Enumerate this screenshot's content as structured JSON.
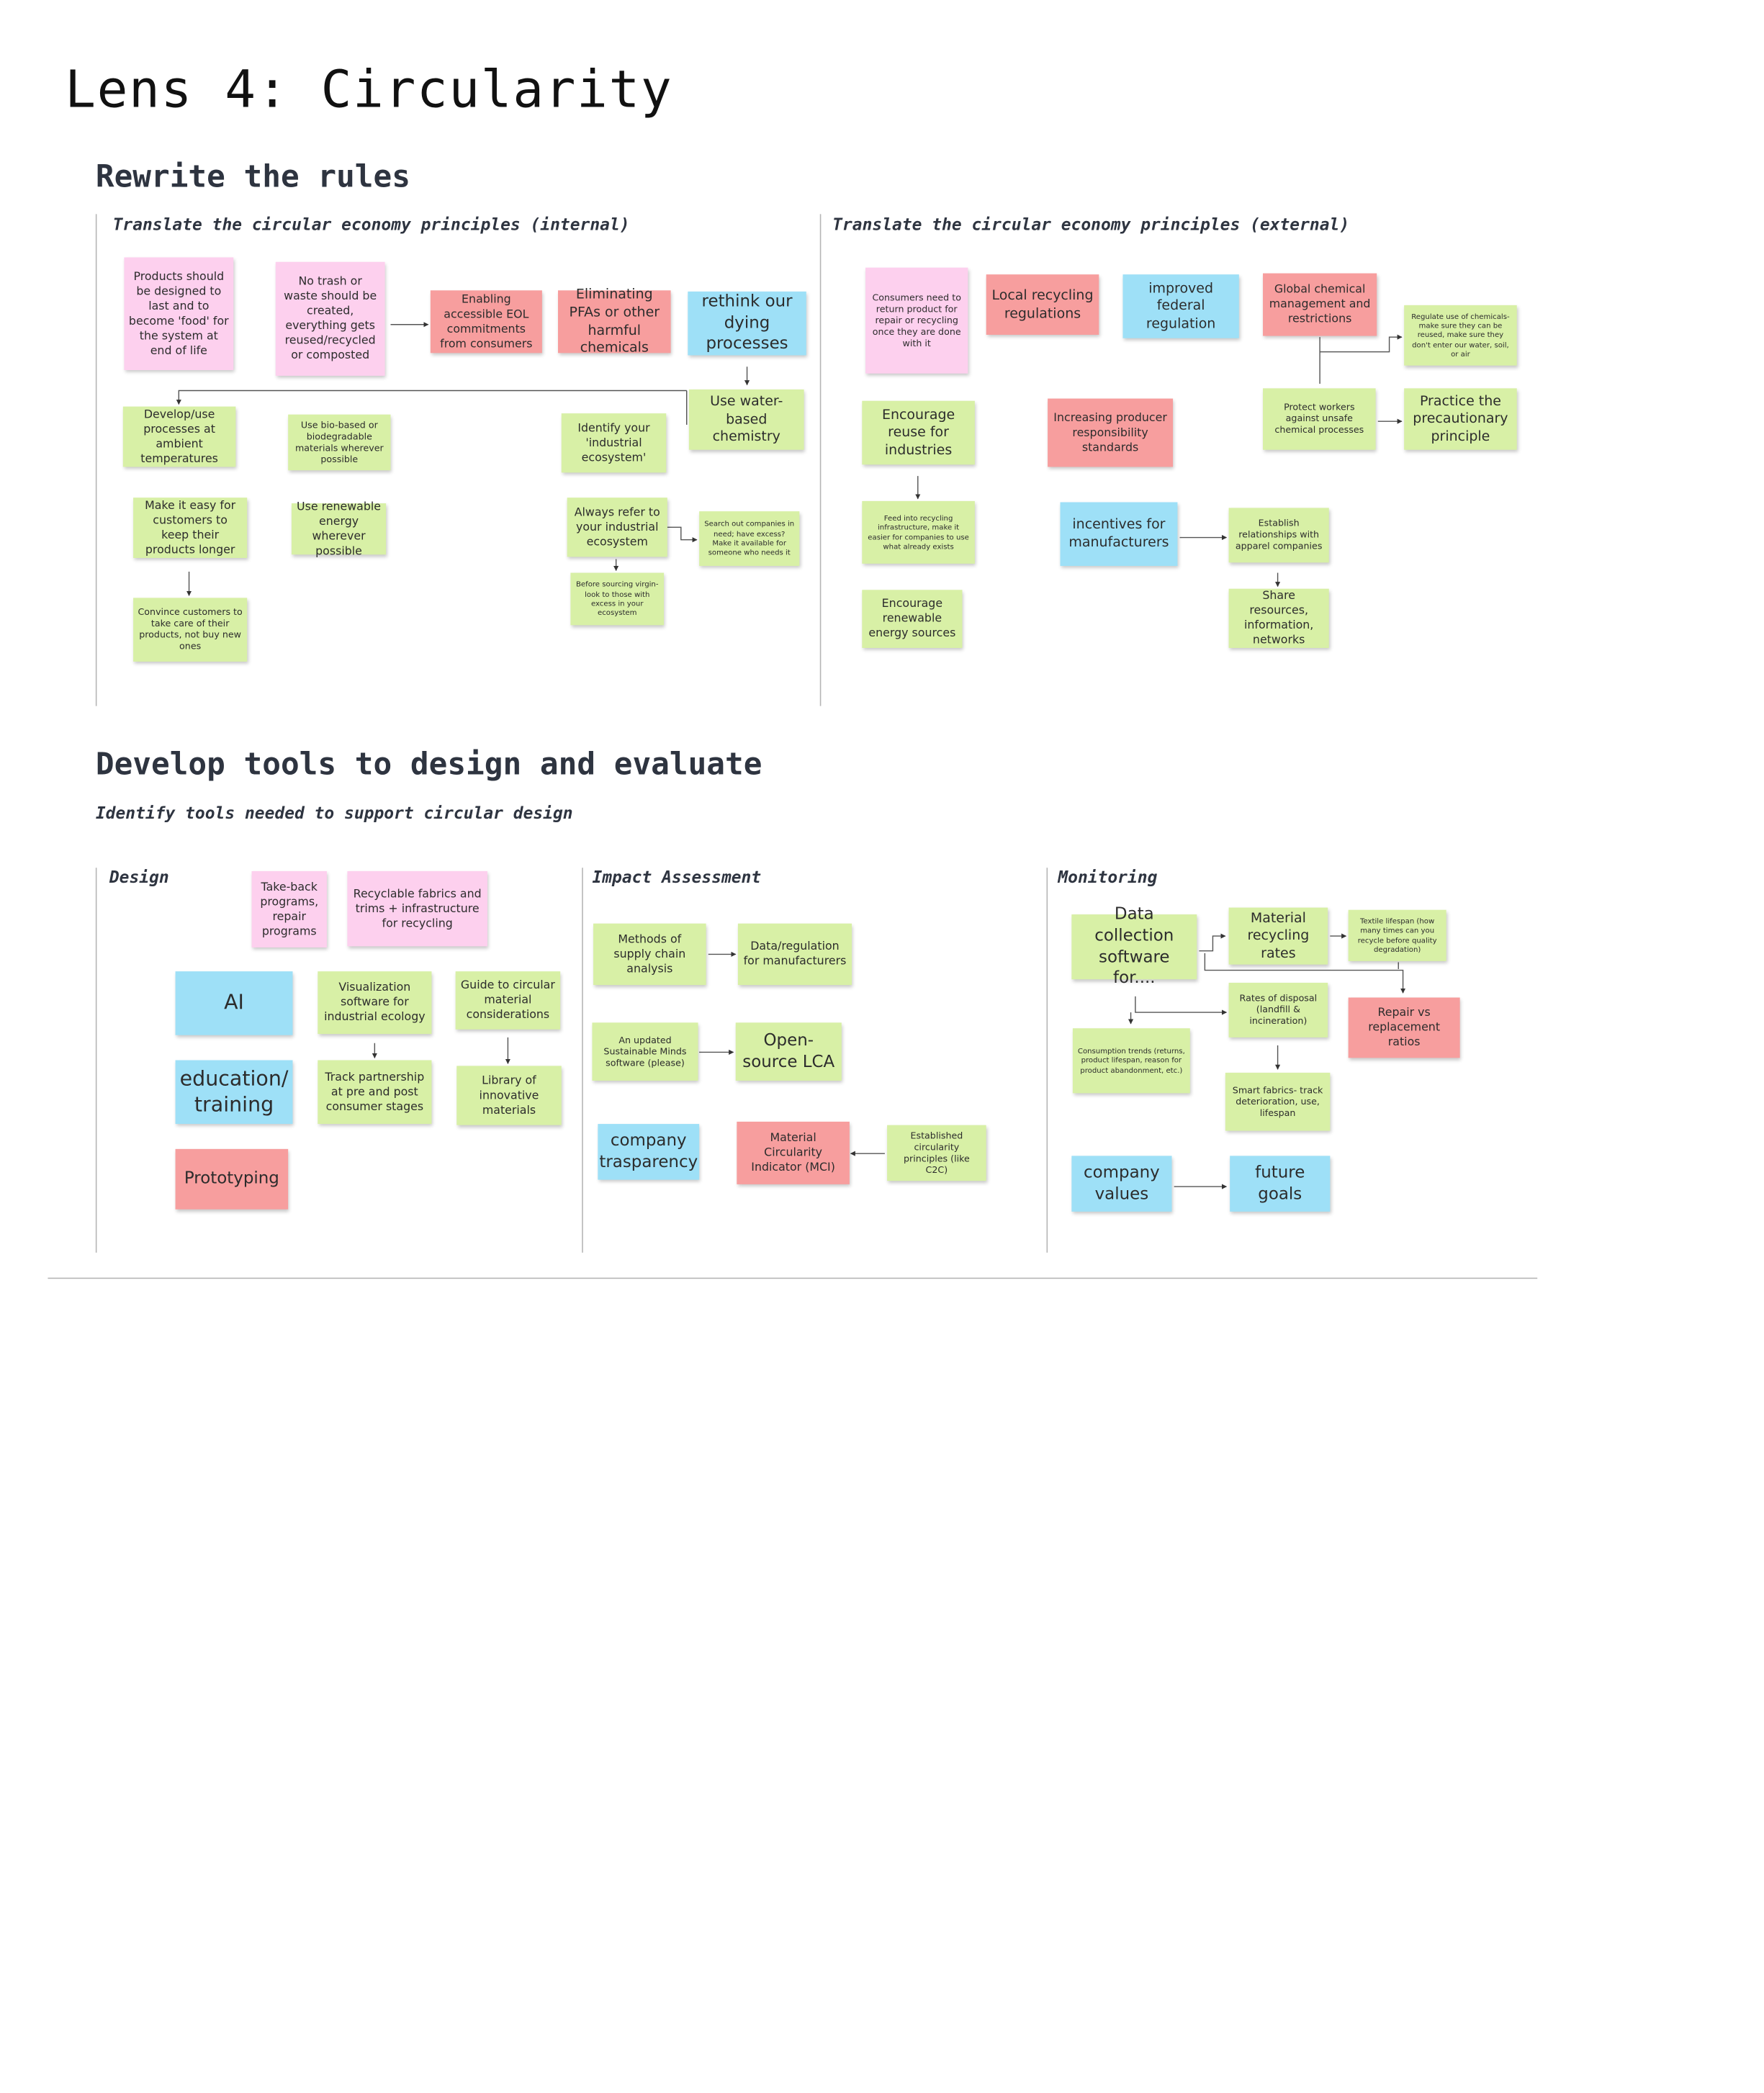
{
  "title": "Lens 4: Circularity",
  "sections": {
    "rules": {
      "heading": "Rewrite the rules",
      "internal": "Translate the circular economy principles (internal)",
      "external": "Translate the circular economy principles (external)"
    },
    "tools": {
      "heading": "Develop tools to design and evaluate",
      "subtitle": "Identify tools needed to support circular design",
      "design": "Design",
      "impact": "Impact Assessment",
      "monitoring": "Monitoring"
    }
  },
  "notes": {
    "n01": "Products should be designed to last and to become 'food' for the system at end of life",
    "n02": "No trash or waste should be created, everything gets reused/recycled or composted",
    "n03": "Enabling accessible EOL commitments from consumers",
    "n04": "Eliminating PFAs or other harmful chemicals",
    "n05": "rethink our dying processes",
    "n06": "Use water-based chemistry",
    "n07": "Develop/use processes at ambient temperatures",
    "n08": "Use bio-based or biodegradable materials wherever possible",
    "n09": "Identify your 'industrial ecosystem'",
    "n10": "Make it easy for customers to keep their products longer",
    "n11": "Use renewable energy wherever possible",
    "n12": "Always refer to your industrial ecosystem",
    "n13": "Search out companies in need; have excess? Make it available for someone who needs it",
    "n14": "Before sourcing virgin- look to those with excess in your ecosystem",
    "n15": "Convince customers to take care of their products, not buy new ones",
    "n16": "Consumers need to return product for repair or recycling once they are done with it",
    "n17": "Local recycling regulations",
    "n18": "improved federal regulation",
    "n19": "Global chemical management and restrictions",
    "n20": "Regulate use of chemicals- make sure they can be reused, make sure they don't enter our water, soil, or air",
    "n21": "Encourage reuse for industries",
    "n22": "Increasing producer responsibility standards",
    "n23": "Protect workers against unsafe chemical processes",
    "n24": "Practice the precautionary principle",
    "n25": "Feed into recycling infrastructure, make it easier for companies to use what already exists",
    "n26": "incentives for manufacturers",
    "n27": "Establish relationships with apparel companies",
    "n28": "Encourage renewable energy sources",
    "n29": "Share resources, information, networks",
    "n30": "Take-back programs, repair programs",
    "n31": "Recyclable fabrics and trims + infrastructure for recycling",
    "n32": "AI",
    "n33": "Visualization software for industrial ecology",
    "n34": "Guide to circular material considerations",
    "n35": "education/ training",
    "n36": "Track partnership at pre and post consumer stages",
    "n37": "Library of innovative materials",
    "n38": "Prototyping",
    "n39": "Methods of supply chain analysis",
    "n40": "Data/regulation for manufacturers",
    "n41": "An updated Sustainable Minds software (please)",
    "n42": "Open-source LCA",
    "n43": "company trasparency",
    "n44": "Material Circularity Indicator (MCI)",
    "n45": "Established circularity principles (like C2C)",
    "n46": "Data collection software for....",
    "n47": "Material recycling rates",
    "n48": "Textile lifespan (how many times can you recycle before quality degradation)",
    "n49": "Rates of disposal (landfill & incineration)",
    "n50": "Repair vs replacement ratios",
    "n51": "Consumption trends (returns, product lifespan, reason for product abandonment, etc.)",
    "n52": "Smart fabrics- track deterioration, use, lifespan",
    "n53": "company values",
    "n54": "future goals"
  },
  "colors": {
    "pink": "#fdd0ee",
    "green": "#d8f0a6",
    "red": "#f79e9e",
    "blue": "#9ee0f7"
  }
}
